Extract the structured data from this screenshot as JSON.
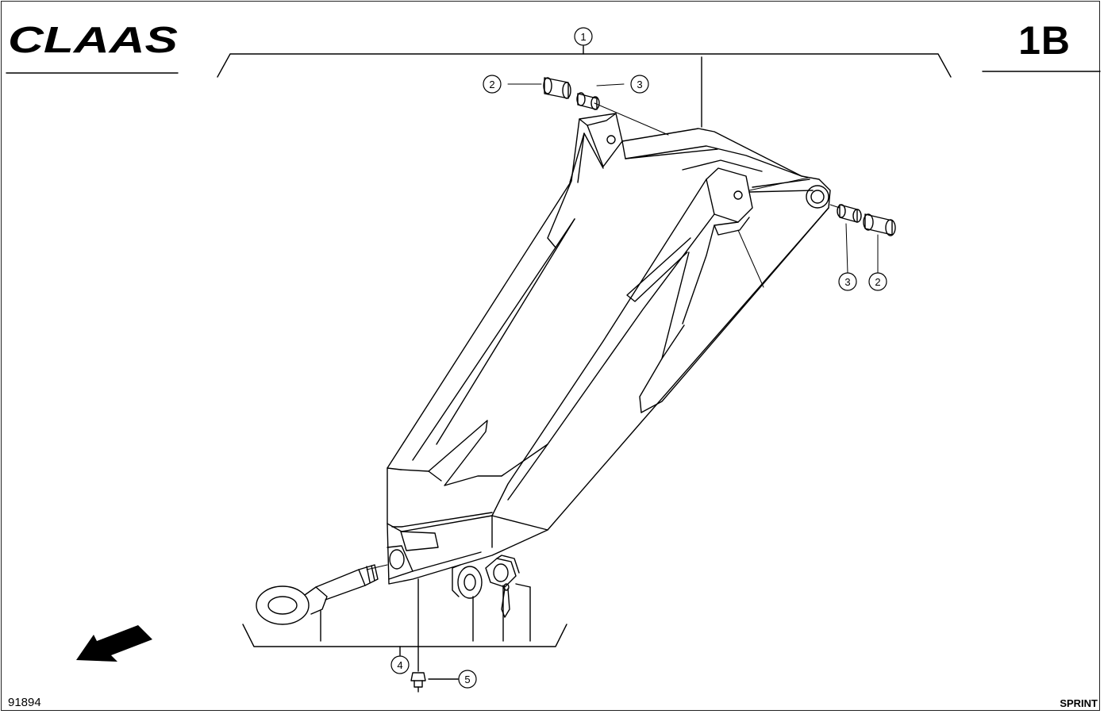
{
  "header": {
    "brand": "CLAAS",
    "page_code": "1B"
  },
  "footer": {
    "drawing_number": "91894",
    "model": "SPRINT"
  },
  "callouts": [
    {
      "id": "c1",
      "label": "1"
    },
    {
      "id": "c2a",
      "label": "2"
    },
    {
      "id": "c3a",
      "label": "3"
    },
    {
      "id": "c3b",
      "label": "3"
    },
    {
      "id": "c2b",
      "label": "2"
    },
    {
      "id": "c4",
      "label": "4"
    },
    {
      "id": "c5",
      "label": "5"
    }
  ],
  "icons": {
    "direction_arrow": "travel-direction-arrow-icon"
  }
}
